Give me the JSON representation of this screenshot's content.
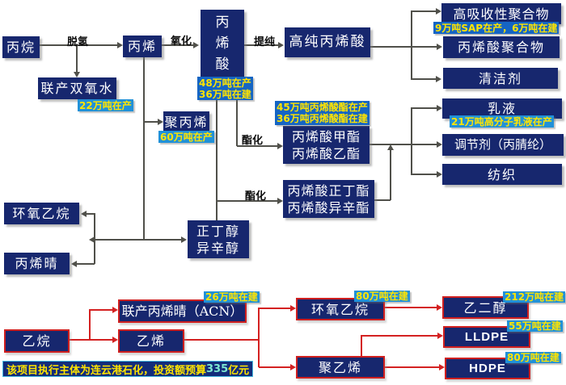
{
  "colors": {
    "navy_box": "#17276e",
    "red_accent": "#d42121",
    "gray_arrow": "#50504a",
    "cap_cyan_bg": "#2191d8",
    "cap_blue_bg": "#1565c4",
    "cap_text_yellow": "#ffe400",
    "note_number": "#7de8d2"
  },
  "top": {
    "propane": "丙烷",
    "dehydrogenation": "脱氢",
    "propylene": "丙烯",
    "oxidation": "氧化",
    "acrylic_acid_chars": [
      "丙",
      "烯",
      "酸"
    ],
    "purification": "提纯",
    "high_purity_acrylic_acid": "高纯丙烯酸",
    "coproduct_h2o2": "联产双氧水",
    "cap_22": "22万吨在产",
    "cap_48": "48万吨在产",
    "cap_36": "36万吨在建",
    "sap_polymer": "高吸收性聚合物",
    "cap_sap": "9万吨SAP在产，6万吨在建",
    "aa_polymer": "丙烯酸聚合物",
    "detergent": "清洁剂"
  },
  "middle": {
    "polypropylene": "聚丙烯",
    "cap_60": "60万吨在产",
    "esterify_1": "酯化",
    "esterify_2": "酯化",
    "cap_ester_45": "45万吨丙烯酸酯在产",
    "cap_ester_36": "36万吨丙烯酸酯在建",
    "methyl_acrylate": "丙烯酸甲酯",
    "ethyl_acrylate": "丙烯酸乙酯",
    "butyl_acrylate": "丙烯酸正丁酯",
    "octyl_acrylate": "丙烯酸异辛酯",
    "emulsion": "乳液",
    "cap_21": "21万吨高分子乳液在产",
    "regulator": "调节剂（丙腈纶）",
    "textile": "纺织",
    "n_butanol": "正丁醇",
    "isooctanol": "异辛醇",
    "ethylene_oxide_left": "环氧乙烷",
    "acrylonitrile_left": "丙烯晴"
  },
  "bottom": {
    "ethane": "乙烷",
    "coproduct_acn": "联产丙烯晴（ACN）",
    "cap_26": "26万吨在建",
    "ethylene": "乙烯",
    "note_prefix": "该项目执行主体为连云港石化，投资额预算",
    "note_number": "335",
    "note_suffix": "亿元",
    "ethylene_oxide": "环氧乙烷",
    "cap_80a": "80万吨在建",
    "meg": "乙二醇",
    "cap_212": "212万吨在建",
    "polyethylene": "聚乙烯",
    "lldpe": "LLDPE",
    "cap_55": "55万吨在建",
    "hdpe": "HDPE",
    "cap_80b": "80万吨在建"
  }
}
